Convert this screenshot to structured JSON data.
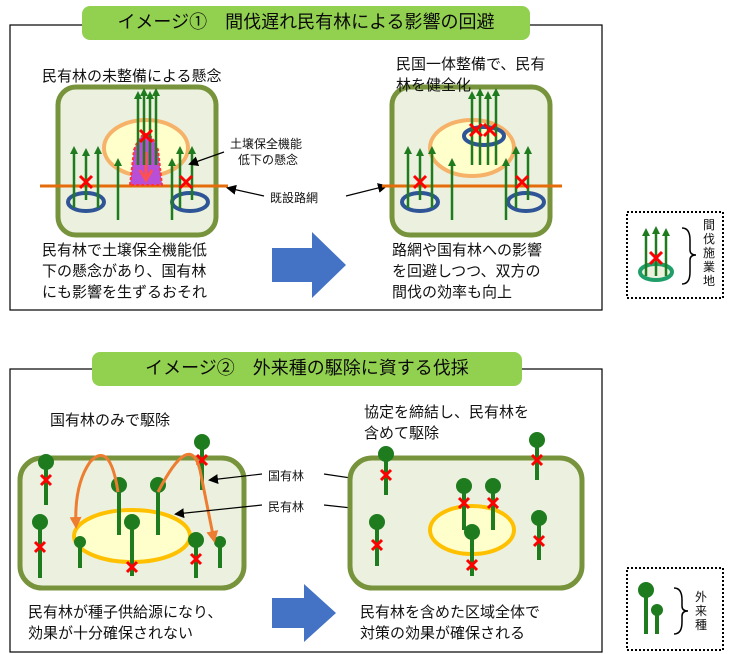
{
  "panel1": {
    "title": "イメージ①　間伐遅れ民有林による影響の回避",
    "left_heading": "民有林の未整備による懸念",
    "right_heading_line1": "民国一体整備で、民有",
    "right_heading_line2": "林を健全化",
    "callout_line1": "土壌保全機能",
    "callout_line2": "低下の懸念",
    "road_label": "既設路網",
    "left_caption_lines": [
      "民有林で土壌保全機能低",
      "下の懸念があり、国有林",
      "にも影響を生ずるおそれ"
    ],
    "right_caption_lines": [
      "路網や国有林への影響",
      "を回避しつつ、双方の",
      "間伐の効率も向上"
    ]
  },
  "legend1": {
    "label": "間伐施業地"
  },
  "panel2": {
    "title": "イメージ②　外来種の駆除に資する伐採",
    "left_heading": "国有林のみで駆除",
    "right_heading_line1": "協定を締結し、民有林を",
    "right_heading_line2": "含めて駆除",
    "label_national": "国有林",
    "label_private": "民有林",
    "left_caption_lines": [
      "民有林が種子供給源になり、",
      "効果が十分確保されない"
    ],
    "right_caption_lines": [
      "民有林を含めた区域全体で",
      "対策の効果が確保される"
    ]
  },
  "legend2": {
    "label": "外来種"
  },
  "colors": {
    "title_green": "#92d050",
    "forest_fill": "#ebf1de",
    "forest_border": "#77933c",
    "tree_green": "#1e7b1e",
    "mark_red": "#ff0000",
    "road_orange": "#e46c0a",
    "private_fill": "#ffffcc",
    "private_border_p1": "#f7b269",
    "private_border_p2": "#ffc000",
    "landing_blue": "#2f5597",
    "arrow_blue": "#4472c4",
    "erosion_purple": "#b84fd6",
    "seed_arrow": "#ed7d31"
  }
}
